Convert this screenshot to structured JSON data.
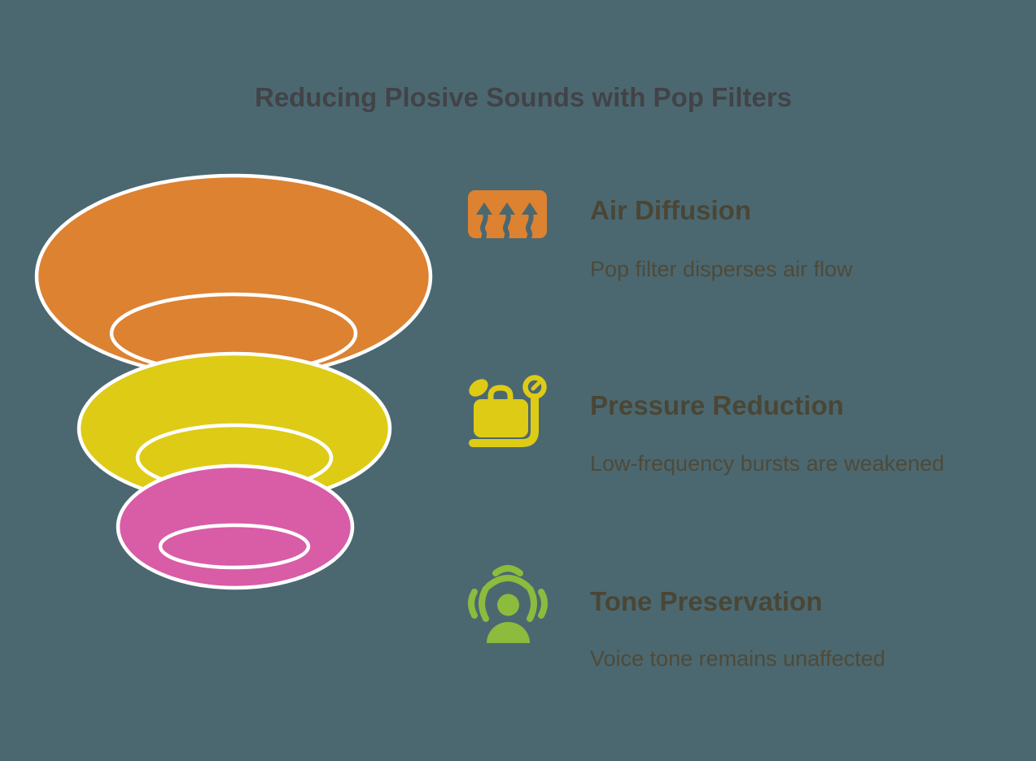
{
  "title": "Reducing Plosive Sounds with Pop Filters",
  "background_color": "#4B6871",
  "text_colors": {
    "title": "#424347",
    "heading": "#4A4635",
    "body": "#4F4A37"
  },
  "funnel": {
    "stroke": "#FFFFFF",
    "levels": [
      {
        "label": "top",
        "color": "#DD8231"
      },
      {
        "label": "middle",
        "color": "#DECB15"
      },
      {
        "label": "bottom",
        "color": "#D95CA7"
      }
    ]
  },
  "items": [
    {
      "icon": "air-diffusion-icon",
      "icon_color": "#DD8231",
      "heading": "Air Diffusion",
      "description": "Pop filter disperses air flow"
    },
    {
      "icon": "pressure-scale-icon",
      "icon_color": "#DECB15",
      "heading": "Pressure Reduction",
      "description": "Low-frequency bursts are weakened"
    },
    {
      "icon": "voice-waves-icon",
      "icon_color": "#8CBB3E",
      "heading": "Tone Preservation",
      "description": "Voice tone remains unaffected"
    }
  ]
}
